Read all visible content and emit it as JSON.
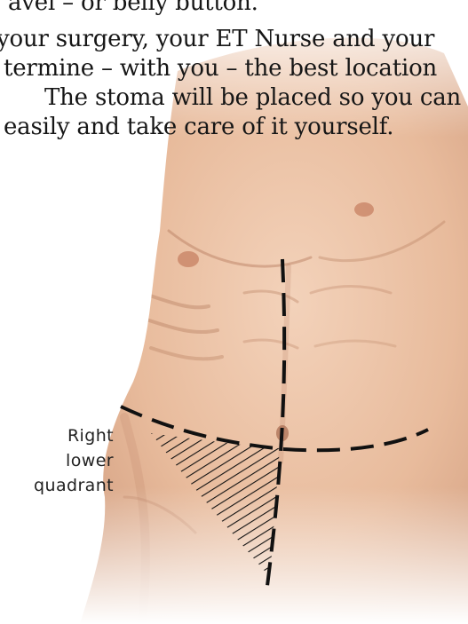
{
  "text": {
    "lines": [
      "avel – or belly button.",
      "your surgery, your ET Nurse and your",
      "termine – with you – the best location",
      "The stoma will be placed so you can",
      "easily and take care of it yourself."
    ]
  },
  "label": {
    "lines": [
      "Right",
      "lower",
      "quadrant"
    ]
  },
  "colors": {
    "skin": "#e9c1a4",
    "skin_shadow": "#c98f70",
    "marking": "#111111"
  }
}
